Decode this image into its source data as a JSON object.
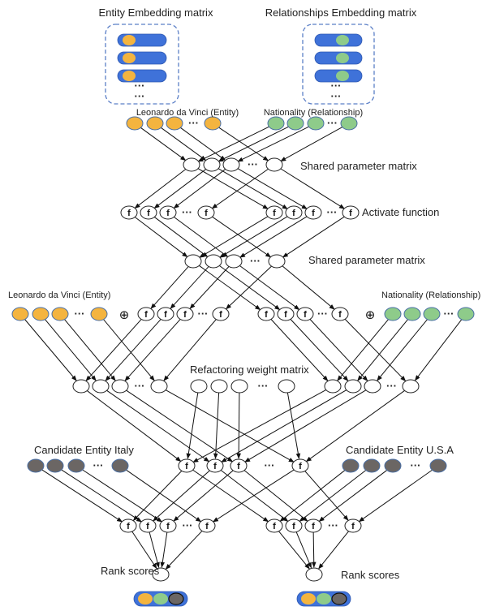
{
  "title_entity_matrix": "Entity Embedding matrix",
  "title_relation_matrix": "Relationships Embedding matrix",
  "input_entity_label": "Leonardo da Vinci (Entity)",
  "input_relation_label": "Nationality (Relationship)",
  "layer_labels": {
    "shared_1": "Shared parameter matrix",
    "activate": "Activate function",
    "shared_2": "Shared parameter matrix",
    "refactor": "Refactoring weight matrix"
  },
  "concat_entity_label": "Leonardo da Vinci (Entity)",
  "concat_relation_label": "Nationality (Relationship)",
  "operator_symbol": "⊕",
  "activation_symbol": "f",
  "ellipsis": "···",
  "candidate_left_label": "Candidate Entity Italy",
  "candidate_right_label": "Candidate Entity U.S.A",
  "rank_left_label": "Rank scores",
  "rank_right_label": "Rank scores",
  "colors": {
    "entity": "#f4b43f",
    "relation": "#8ecb8a",
    "candidate": "#6b6664",
    "embedding_bar": "#3f72d9",
    "dashed_border": "#5b7fc7",
    "node_stroke": "#222222"
  }
}
